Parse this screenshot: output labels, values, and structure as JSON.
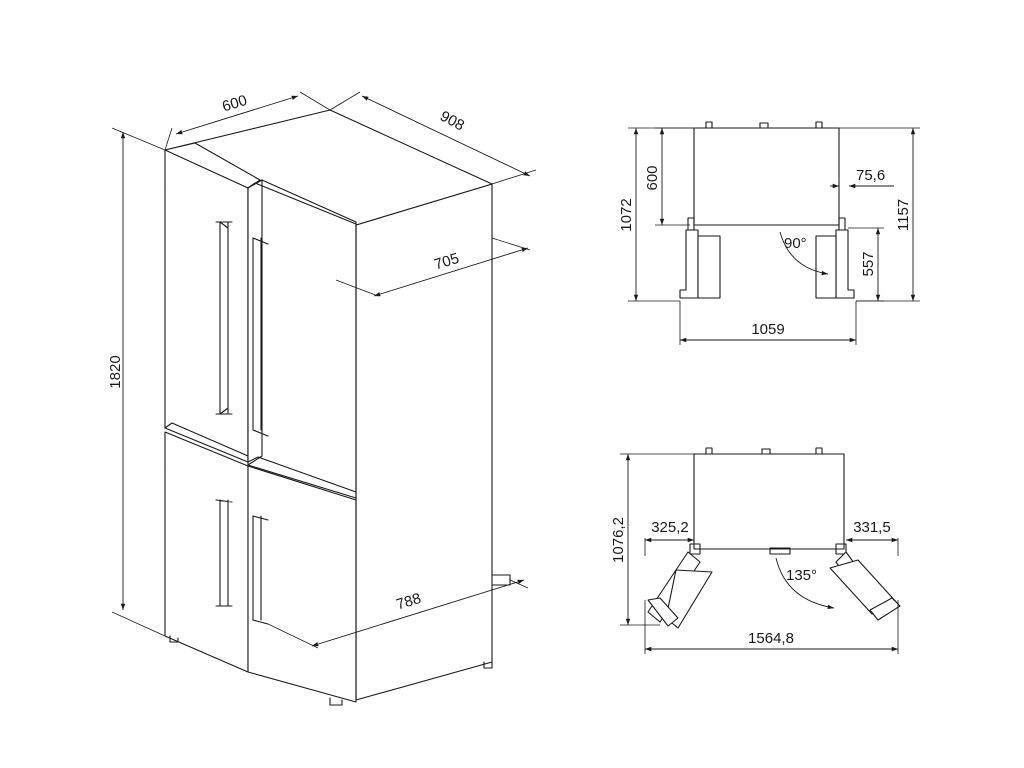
{
  "colors": {
    "line": "#1a1a1a",
    "background": "#ffffff"
  },
  "isometric_view": {
    "dims": {
      "height": "1820",
      "width": "600",
      "depth": "908",
      "depth_body": "705",
      "depth_open": "788"
    }
  },
  "plan_90": {
    "dims": {
      "depth_body": "600",
      "depth_total": "1072",
      "depth_max": "1157",
      "door_offset": "75,6",
      "door_depth": "557",
      "width_open": "1059",
      "angle": "90°"
    }
  },
  "plan_135": {
    "dims": {
      "depth_total": "1076,2",
      "left_offset": "325,2",
      "right_offset": "331,5",
      "width_open": "1564,8",
      "angle": "135°"
    }
  }
}
